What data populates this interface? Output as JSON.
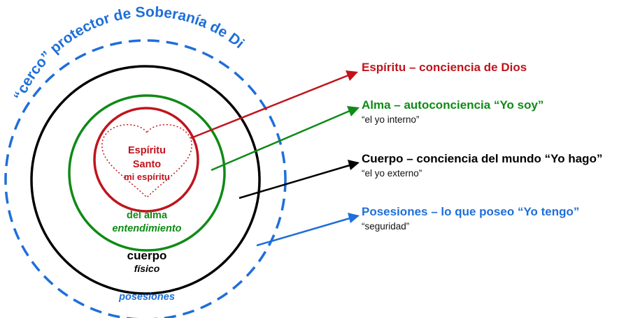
{
  "arc_title": "El “cerco” protector de Soberanía de Dios",
  "circles": {
    "spirit": {
      "line1": "Espíritu",
      "line2": "Santo",
      "line3": "mi espíritu"
    },
    "soul": {
      "line1": "del alma",
      "line2": "entendimiento"
    },
    "body": {
      "line1": "cuerpo",
      "line2": "físico"
    },
    "possessions": {
      "label": "posesiones"
    }
  },
  "labels": [
    {
      "key": "spirit",
      "heading": "Espíritu – conciencia de Dios",
      "sub": ""
    },
    {
      "key": "soul",
      "heading": "Alma – autoconciencia “Yo soy”",
      "sub": "“el yo interno”"
    },
    {
      "key": "body",
      "heading": "Cuerpo – conciencia del mundo “Yo hago”",
      "sub": "“el yo externo”"
    },
    {
      "key": "possessions",
      "heading": "Posesiones – lo que poseo “Yo tengo”",
      "sub": "“seguridad”"
    }
  ],
  "colors": {
    "spirit": "#c0141c",
    "soul": "#0f8a16",
    "body": "#000000",
    "possessions": "#1e6fd9"
  }
}
